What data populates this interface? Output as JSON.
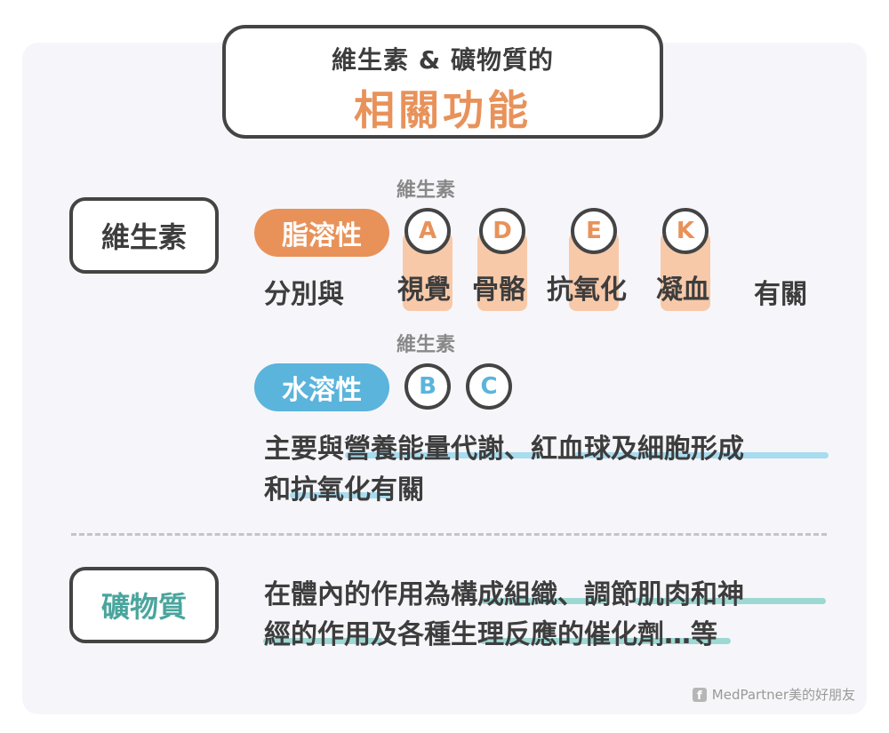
{
  "title": {
    "line1": "維生素 & 礦物質的",
    "line2": "相關功能"
  },
  "vitamins": {
    "label": "維生素",
    "fat_soluble": {
      "group_label": "維生素",
      "pill": "脂溶性",
      "items": [
        {
          "letter": "A",
          "function": "視覺"
        },
        {
          "letter": "D",
          "function": "骨骼"
        },
        {
          "letter": "E",
          "function": "抗氧化"
        },
        {
          "letter": "K",
          "function": "凝血"
        }
      ],
      "prefix": "分別與",
      "suffix": "有關"
    },
    "water_soluble": {
      "group_label": "維生素",
      "pill": "水溶性",
      "items": [
        "B",
        "C"
      ],
      "desc": {
        "seg1": "主要與",
        "seg2": "營養能量代謝",
        "seg3": "、",
        "seg4": "紅血球及細胞形成",
        "seg5": "和",
        "seg6": "抗氧化",
        "seg7": "有關"
      }
    }
  },
  "minerals": {
    "label": "礦物質",
    "desc": {
      "seg1": "在體內的作用為",
      "seg2": "構成組織",
      "seg3": "、",
      "seg4": "調節肌肉和神",
      "seg5": "經的作用",
      "seg6": "及各種",
      "seg7": "生理反應的催化劑",
      "seg8": "…等"
    }
  },
  "brand": {
    "icon": "f",
    "text": "MedPartner美的好朋友"
  },
  "colors": {
    "orange": "#e8925a",
    "orange_light": "#f7c9a9",
    "blue": "#5ab4dc",
    "teal": "#4aa59d",
    "border": "#444444"
  }
}
